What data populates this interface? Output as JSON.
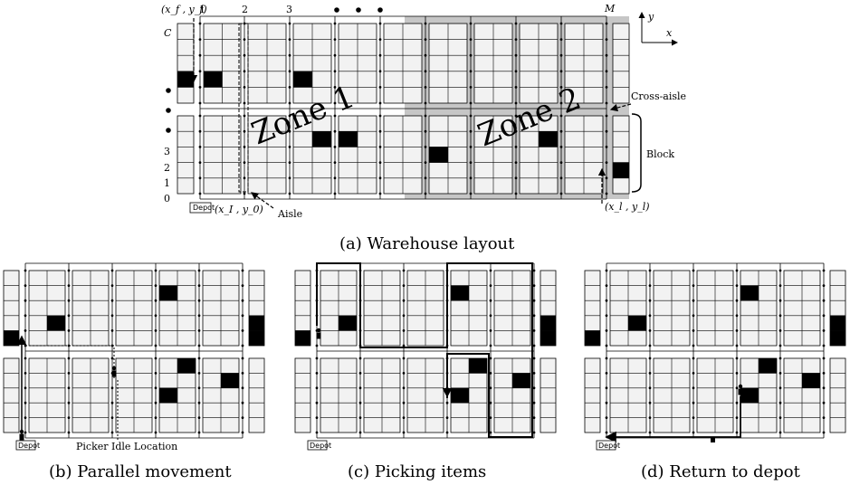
{
  "panels": {
    "a": {
      "caption": "(a) Warehouse layout",
      "zone1": "Zone 1",
      "zone2": "Zone 2",
      "aisle_numbers": [
        "1",
        "2",
        "3"
      ],
      "aisle_last": "M",
      "row_labels": [
        "C",
        "3",
        "2",
        "1",
        "0"
      ],
      "top_left_coord": "(x_f , y_f)",
      "bottom_left_coord": "(x_I , y_0)",
      "bottom_right_coord": "(x_l , y_l)",
      "cross_aisle_label": "Cross-aisle",
      "block_label": "Block",
      "aisle_label": "Aisle",
      "depot_label": "Depot",
      "axis_x": "x",
      "axis_y": "y"
    },
    "b": {
      "caption": "(b) Parallel movement",
      "idle_label": "Picker Idle Location",
      "depot_label": "Depot"
    },
    "c": {
      "caption": "(c) Picking items",
      "depot_label": "Depot"
    },
    "d": {
      "caption": "(d) Return to depot",
      "depot_label": "Depot"
    }
  },
  "colors": {
    "zone2_shade": "#c6c6c6",
    "shelf_fill": "#f2f2f2",
    "item": "#000000"
  }
}
